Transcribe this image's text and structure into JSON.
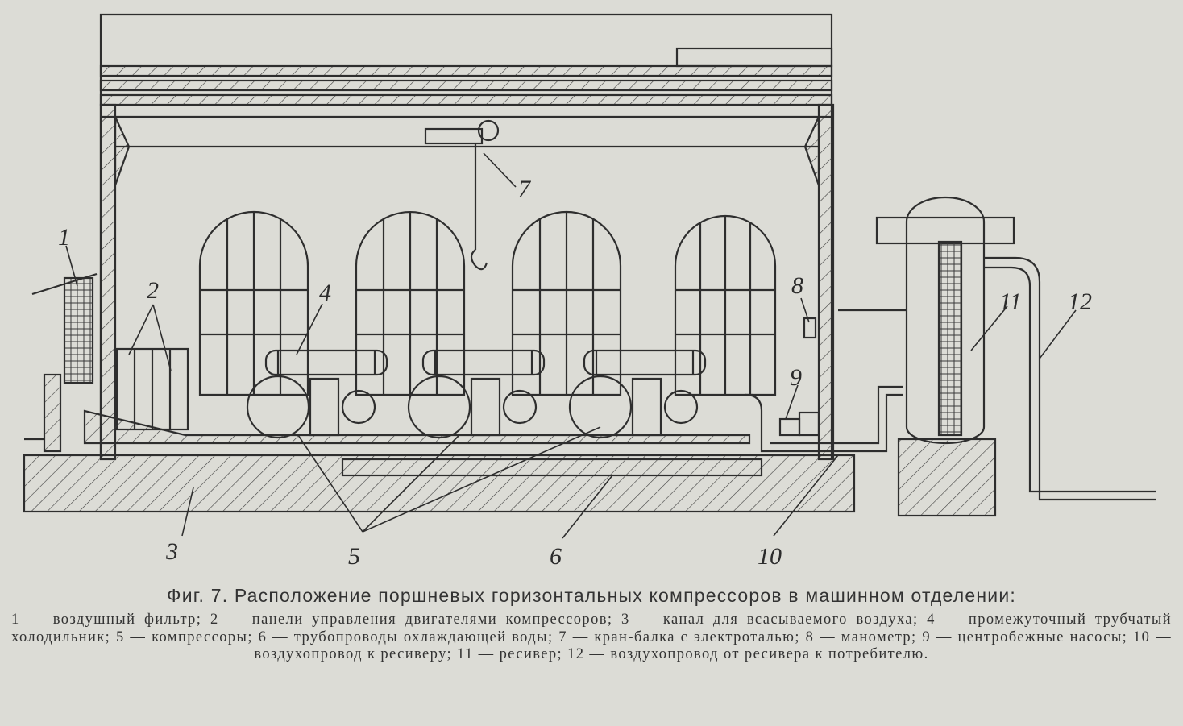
{
  "callouts": {
    "n1": "1",
    "n2": "2",
    "n3": "3",
    "n4": "4",
    "n5": "5",
    "n6": "6",
    "n7": "7",
    "n8": "8",
    "n9": "9",
    "n10": "10",
    "n11": "11",
    "n12": "12"
  },
  "caption": {
    "title": "Фиг. 7. Расположение поршневых горизонтальных компрессоров в машинном отделении:",
    "legend": "1 — воздушный фильтр; 2 — панели управления двигателями компрессоров; 3 — канал для всасываемого воздуха; 4 — промежуточный трубчатый холодильник; 5 — компрессоры; 6 — трубопроводы охлаждающей воды; 7 — кран-балка с электроталью; 8 — манометр; 9 — центробежные насосы; 10 — воздухопровод к ресиверу; 11 — ресивер; 12 — воздухопровод от ресивера к потребителю."
  }
}
